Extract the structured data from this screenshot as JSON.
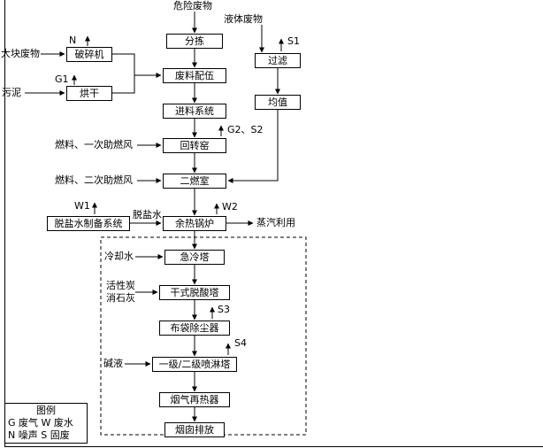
{
  "nodes": {
    "sorting": "分拣",
    "blending": "废料配伍",
    "feeding_system": "进料系统",
    "rotary_kiln": "回转窑",
    "secondary_chamber": "二燃室",
    "waste_heat_boiler": "余热锅炉",
    "quench_tower": "急冷塔",
    "dry_deacid_tower": "干式脱酸塔",
    "bag_filter": "布袋除尘器",
    "spray_tower": "一级/二级喷淋塔",
    "gas_reheater": "烟气再热器",
    "stack_discharge": "烟囱排放",
    "crusher": "破碎机",
    "dryer": "烘干",
    "filter": "过滤",
    "homogenizer": "均值",
    "demin_water_system": "脱盐水制备系统"
  },
  "labels": {
    "hazardous_waste": "危险废物",
    "bulky_waste": "大块废物",
    "sludge": "污泥",
    "liquid_waste": "液体废物",
    "fuel_primary_air": "燃料、一次助燃风",
    "fuel_secondary_air": "燃料、二次助燃风",
    "demin_water": "脱盐水",
    "cooling_water": "冷却水",
    "activated_carbon": "活性炭",
    "slaked_lime": "消石灰",
    "alkali_liquor": "碱液",
    "steam_use": "蒸汽利用"
  },
  "emissions": {
    "n": "N",
    "g1": "G1",
    "s1": "S1",
    "g2_s2": "G2、S2",
    "w1": "W1",
    "w2": "W2",
    "s3": "S3",
    "s4": "S4"
  },
  "legend": {
    "title": "图例",
    "row1": "G 废气 W 废水",
    "row2": "N 噪声 S 固废"
  }
}
